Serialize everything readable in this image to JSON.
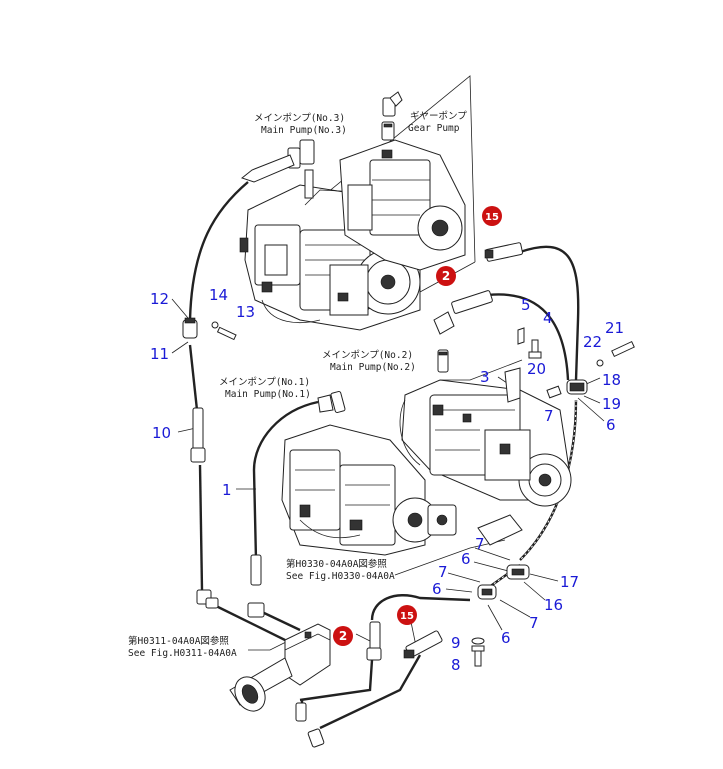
{
  "captions": {
    "main_pump_3_jp": "メインポンプ(No.3)",
    "main_pump_3_en": "Main Pump(No.3)",
    "gear_pump_jp": "ギヤーポンプ",
    "gear_pump_en": "Gear Pump",
    "main_pump_2_jp": "メインポンプ(No.2)",
    "main_pump_2_en": "Main Pump(No.2)",
    "main_pump_1_jp": "メインポンプ(No.1)",
    "main_pump_1_en": "Main Pump(No.1)",
    "see_fig_0330_jp": "第H0330-04A0A図参照",
    "see_fig_0330_en": "See Fig.H0330-04A0A",
    "see_fig_0311_jp": "第H0311-04A0A図参照",
    "see_fig_0311_en": "See Fig.H0311-04A0A"
  },
  "part_numbers": {
    "p1": "1",
    "p3": "3",
    "p4": "4",
    "p5": "5",
    "p6a": "6",
    "p6b": "6",
    "p6c": "6",
    "p6d": "6",
    "p7a": "7",
    "p7b": "7",
    "p7c": "7",
    "p7d": "7",
    "p8": "8",
    "p9": "9",
    "p10": "10",
    "p11": "11",
    "p12": "12",
    "p13": "13",
    "p14": "14",
    "p16": "16",
    "p17": "17",
    "p18": "18",
    "p19": "19",
    "p20": "20",
    "p21": "21",
    "p22": "22"
  },
  "badges": {
    "b2a": "2",
    "b2b": "2",
    "b15a": "15",
    "b15b": "15"
  },
  "colors": {
    "label": "#1a1ad6",
    "badge": "#cc1111",
    "line": "#222222"
  }
}
